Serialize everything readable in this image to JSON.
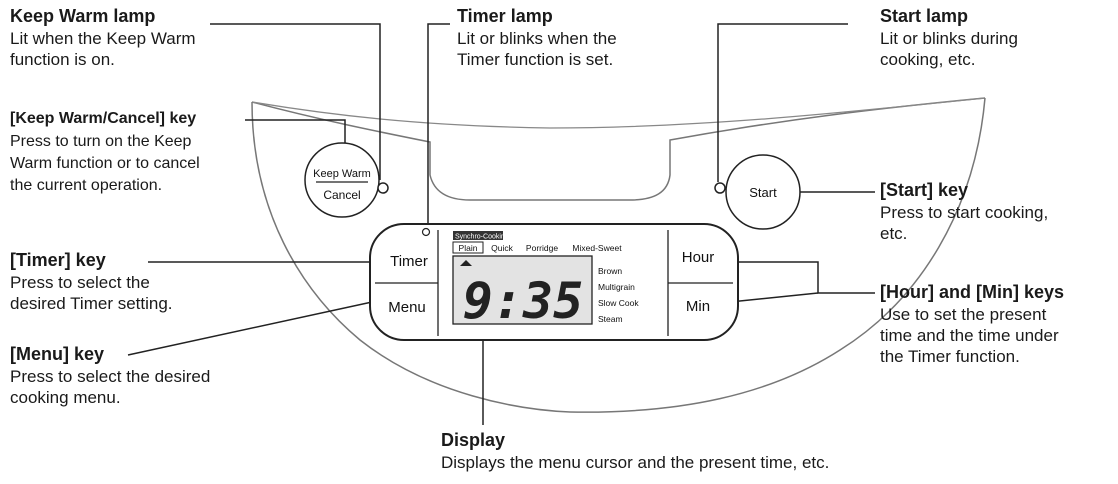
{
  "labels": {
    "keep_warm_lamp": {
      "title": "Keep Warm lamp",
      "lines": [
        "Lit when the Keep Warm",
        "function is on."
      ]
    },
    "timer_lamp": {
      "title": "Timer lamp",
      "lines": [
        "Lit or blinks when the",
        "Timer function is set."
      ]
    },
    "start_lamp": {
      "title": "Start lamp",
      "lines": [
        "Lit or blinks during",
        "cooking, etc."
      ]
    },
    "keep_warm_cancel_key": {
      "title": "[Keep Warm/Cancel] key",
      "lines": [
        "Press to turn on the Keep",
        "Warm function or to cancel",
        "the current operation."
      ]
    },
    "start_key": {
      "title": "[Start] key",
      "lines": [
        "Press to start cooking,",
        "etc."
      ]
    },
    "timer_key": {
      "title": "[Timer] key",
      "lines": [
        "Press to select the",
        "desired Timer setting."
      ]
    },
    "hour_min_keys": {
      "title": "[Hour] and [Min] keys",
      "lines": [
        "Use to set the present",
        "time and the time under",
        "the Timer function."
      ]
    },
    "menu_key": {
      "title": "[Menu] key",
      "lines": [
        "Press to select the desired",
        "cooking menu."
      ]
    },
    "display": {
      "title": "Display",
      "lines": [
        "Displays the menu cursor and the present time, etc."
      ]
    }
  },
  "panel": {
    "keep_warm_top": "Keep Warm",
    "keep_warm_bottom": "Cancel",
    "start": "Start",
    "timer": "Timer",
    "menu": "Menu",
    "hour": "Hour",
    "min": "Min",
    "screen": {
      "synchro": "Synchro-Cooking",
      "menus_top": [
        "Plain",
        "Quick",
        "Porridge",
        "Mixed-Sweet"
      ],
      "menus_side": [
        "Brown",
        "Multigrain",
        "Slow Cook",
        "Steam"
      ],
      "time": "9:35"
    }
  }
}
